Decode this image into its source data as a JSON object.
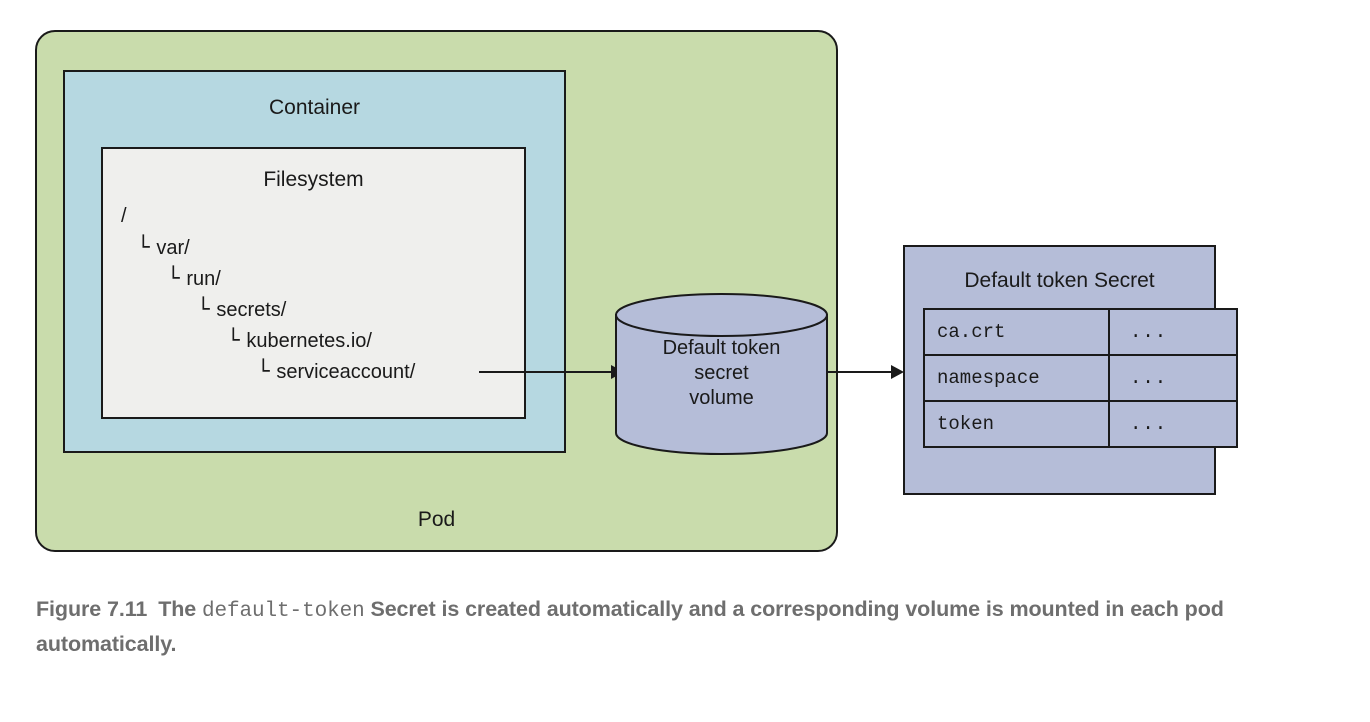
{
  "pod": {
    "label": "Pod",
    "color": "#c9dcac"
  },
  "container": {
    "label": "Container",
    "color": "#b6d8e1"
  },
  "filesystem": {
    "label": "Filesystem",
    "color": "#efefed",
    "tree": [
      {
        "indent": "",
        "branch": "",
        "name": "/"
      },
      {
        "indent": " ",
        "branch": "└ ",
        "name": "var/"
      },
      {
        "indent": "   ",
        "branch": "└ ",
        "name": "run/"
      },
      {
        "indent": "     ",
        "branch": "└ ",
        "name": "secrets/"
      },
      {
        "indent": "       ",
        "branch": "└ ",
        "name": "kubernetes.io/"
      },
      {
        "indent": "         ",
        "branch": "└ ",
        "name": "serviceaccount/"
      }
    ]
  },
  "volume": {
    "label": "Default token\nsecret\nvolume",
    "color": "#b5bdd8"
  },
  "secret": {
    "title": "Default token Secret",
    "color": "#b5bdd8",
    "rows": [
      {
        "key": "ca.crt",
        "value": "..."
      },
      {
        "key": "namespace",
        "value": "..."
      },
      {
        "key": "token",
        "value": "..."
      }
    ]
  },
  "arrows": {
    "filesystem_to_volume": "arrow-right",
    "volume_to_secret": "arrow-right"
  },
  "caption": {
    "figure_number": "Figure 7.11",
    "part1": "The",
    "mono": "default-token",
    "part2": "Secret is created automatically and a corresponding volume is mounted in each pod automatically."
  }
}
